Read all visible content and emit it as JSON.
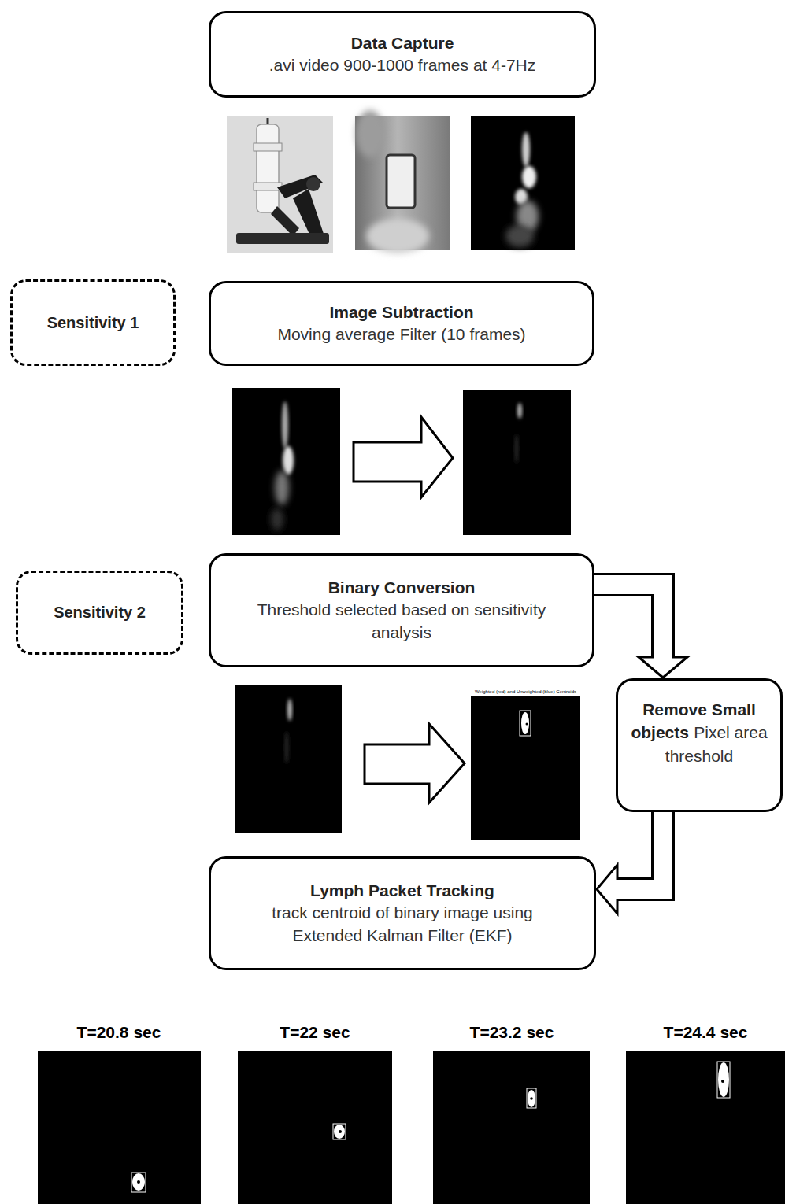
{
  "diagram": {
    "nodes": [
      {
        "text": [
          "Data Capture",
          ".avi video 900-1000 frames at 4-7Hz"
        ]
      },
      {
        "text": [
          "Sensitivity 1"
        ]
      },
      {
        "text": [
          "Image Subtraction",
          "Moving average Filter (10 frames)"
        ]
      },
      {
        "text": [
          "Sensitivity 2"
        ]
      },
      {
        "text": [
          "Binary Conversion",
          "Threshold selected based on sensitivity analysis"
        ]
      },
      {
        "text": [
          "Remove Small objects",
          "Pixel area threshold"
        ]
      },
      {
        "text": [
          "Lymph Packet Tracking",
          "track centroid of binary image using Extended Kalman Filter (EKF)"
        ]
      }
    ],
    "edges": [
      {
        "from": 4,
        "to": 5,
        "arrow": "to"
      },
      {
        "from": 5,
        "to": 6,
        "arrow": "to"
      }
    ],
    "labels": [
      "Weighted (red) and Unweighted (blue) Centroids",
      "T=20.8 sec",
      "T=22 sec",
      "T=23.2 sec",
      "T=24.4 sec"
    ]
  }
}
